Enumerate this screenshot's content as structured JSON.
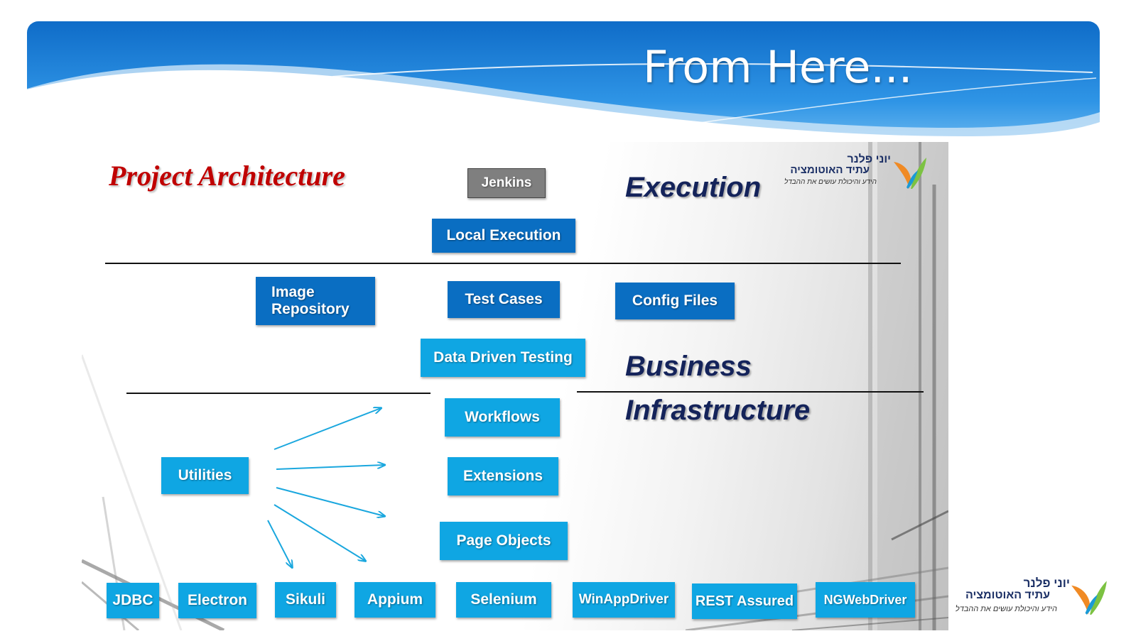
{
  "slide": {
    "title": "From Here..."
  },
  "diagram": {
    "title": "Project Architecture",
    "layers": {
      "execution": "Execution",
      "business": "Business",
      "infrastructure": "Infrastructure"
    },
    "execution": {
      "jenkins": "Jenkins",
      "local_execution": "Local Execution"
    },
    "business": {
      "image_repository": "Image Repository",
      "test_cases": "Test Cases",
      "config_files": "Config Files",
      "data_driven_testing": "Data Driven Testing"
    },
    "infrastructure": {
      "workflows": "Workflows",
      "extensions": "Extensions",
      "page_objects": "Page Objects",
      "utilities": "Utilities"
    },
    "tools": [
      "JDBC",
      "Electron",
      "Sikuli",
      "Appium",
      "Selenium",
      "WinAppDriver",
      "REST Assured",
      "NGWebDriver"
    ]
  },
  "logo": {
    "name_line": "יוני פלנר",
    "org_line": "עתיד האוטומציה",
    "tagline": "הידע והיכולת עושים את ההבדל"
  },
  "colors": {
    "header_blue": "#1b7fd4",
    "box_dark": "#0a6ec2",
    "box_light": "#0fa6e3",
    "title_red": "#c00000",
    "layer_navy": "#14235a",
    "arrow": "#1aa7de"
  }
}
